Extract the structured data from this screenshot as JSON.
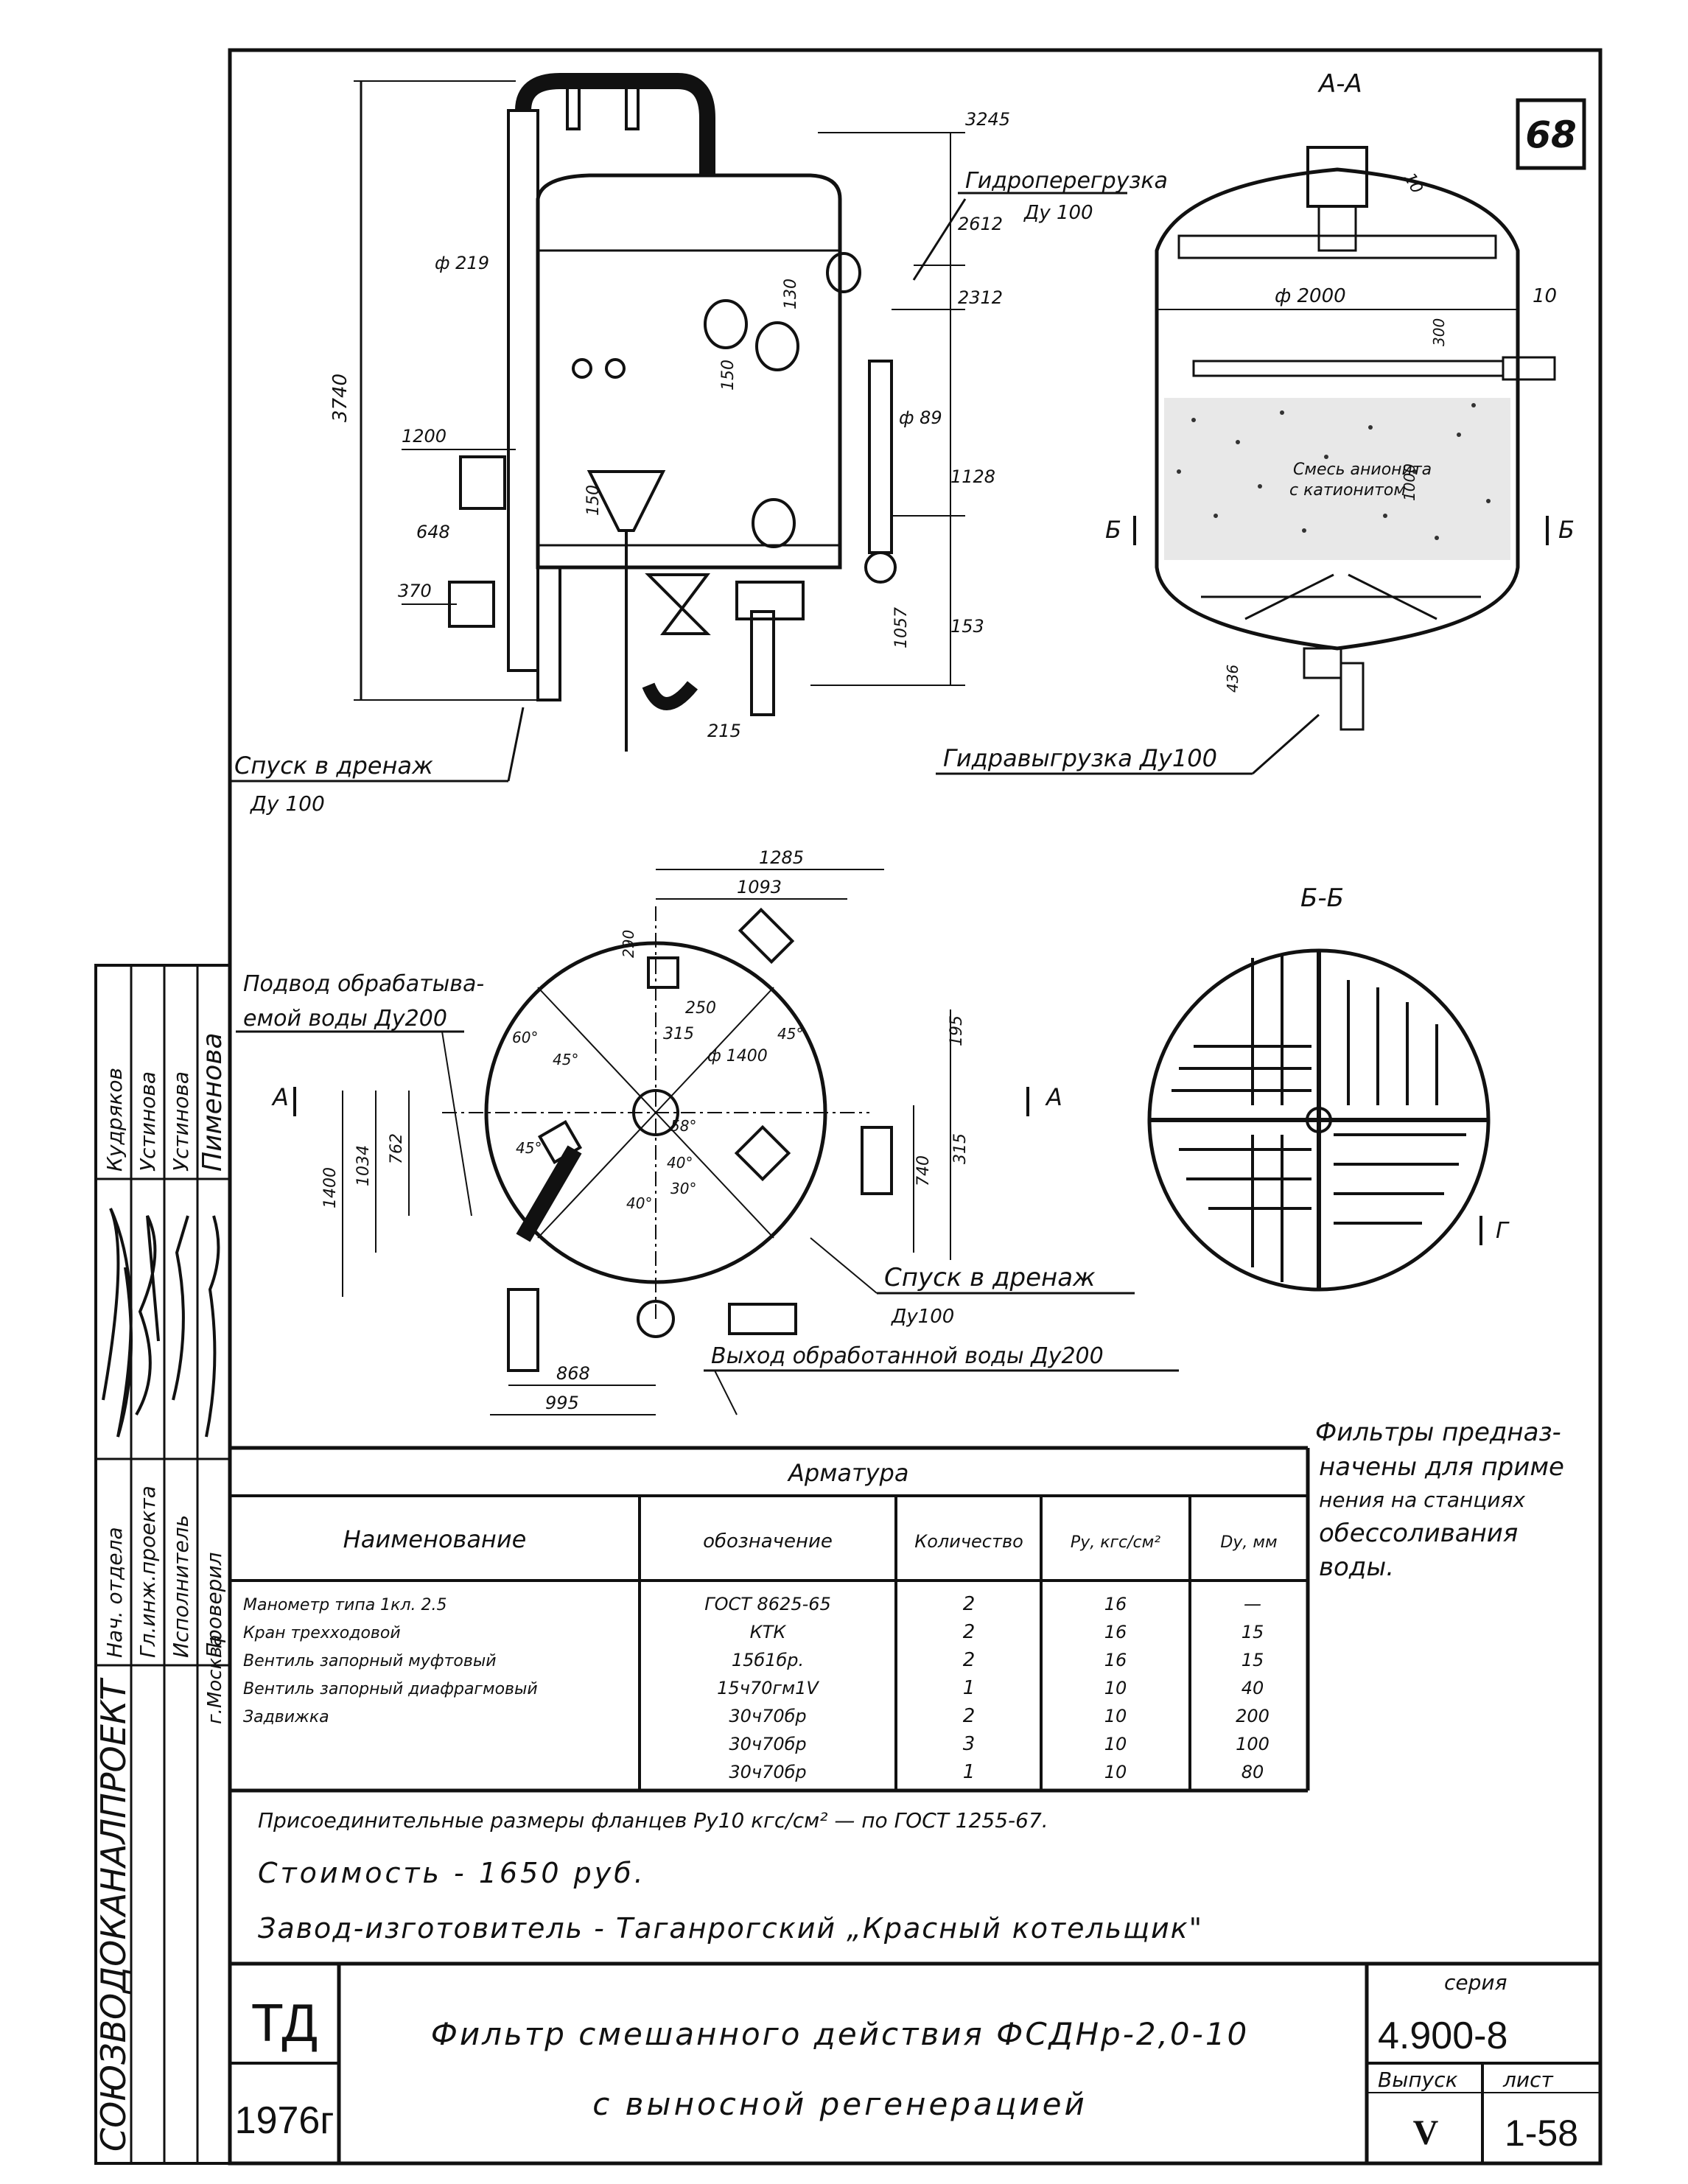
{
  "sheet": {
    "sheet_number": "68",
    "section_aa": "А-А",
    "section_bb": "Б-Б"
  },
  "front_view": {
    "elevations": [
      "3245",
      "2612",
      "2312",
      "1128",
      "153",
      "1200",
      "648",
      "370"
    ],
    "total_height": "3740",
    "diameters": [
      "ф 219",
      "ф 89"
    ],
    "dims": [
      "150",
      "130",
      "150",
      "1057",
      "215"
    ],
    "hydro_reload_label": "Гидроперегрузка",
    "hydro_reload_dn": "Ду 100",
    "drain_label": "Спуск в дренаж",
    "drain_dn": "Ду 100"
  },
  "section_aa": {
    "diameter": "ф 2000",
    "dim_right": "10",
    "dim_top": "10",
    "dim_inner": "300",
    "dim_height": "1000",
    "dim_bottom": "436",
    "mix_label_line1": "Смесь анионита",
    "mix_label_line2": "с катионитом",
    "cut_mark": "Б",
    "unload_label": "Гидравыгрузка Ду100"
  },
  "plan_view": {
    "dims_top": [
      "1285",
      "1093"
    ],
    "dims_inner": [
      "290",
      "250",
      "315",
      "ф 1400"
    ],
    "angles": [
      "60°",
      "45°",
      "45°",
      "45°",
      "58°",
      "40°",
      "30°",
      "40°"
    ],
    "dims_left": [
      "1400",
      "1034",
      "762"
    ],
    "dims_right": [
      "195",
      "740",
      "315"
    ],
    "dims_bottom": [
      "868",
      "995"
    ],
    "cut_mark": "А",
    "inlet_label_line1": "Подвод обрабатыва-",
    "inlet_label_line2": "емой воды Ду200",
    "drain_label": "Спуск в дренаж",
    "drain_dn": "Ду100",
    "outlet_label": "Выход обработанной воды Ду200"
  },
  "section_bb": {
    "cut_mark": "Г"
  },
  "side_stamp": {
    "organization": "СОЮЗВОДОКАНАЛПРОЕКТ",
    "city": "г.Москва",
    "rows": [
      {
        "role": "Нач. отдела",
        "name": "Кудряков"
      },
      {
        "role": "Гл.инж.проекта",
        "name": "Устинова"
      },
      {
        "role": "Исполнитель",
        "name": "Устинова"
      },
      {
        "role": "Проверил",
        "name": "Пименова"
      }
    ]
  },
  "armatura": {
    "caption": "Арматура",
    "headers": [
      "Наименование",
      "обозначение",
      "Количество",
      "Pу, кгс/см²",
      "Dу, мм"
    ],
    "rows": [
      [
        "Манометр типа 1кл. 2.5",
        "ГОСТ 8625-65",
        "2",
        "16",
        "—"
      ],
      [
        "Кран трехходовой",
        "КТК",
        "2",
        "16",
        "15"
      ],
      [
        "Вентиль запорный муфтовый",
        "15б1бр.",
        "2",
        "16",
        "15"
      ],
      [
        "Вентиль запорный диафрагмовый",
        "15ч70гм1V",
        "1",
        "10",
        "40"
      ],
      [
        "Задвижка",
        "30ч70бр",
        "2",
        "10",
        "200"
      ],
      [
        "",
        "30ч70бр",
        "3",
        "10",
        "100"
      ],
      [
        "",
        "30ч70бр",
        "1",
        "10",
        "80"
      ]
    ]
  },
  "side_note": [
    "Фильтры предназ-",
    "начены для приме",
    "нения на станциях",
    "обессоливания",
    "воды."
  ],
  "notes": {
    "flanges": "Присоединительные размеры фланцев Ру10 кгс/см² — по ГОСТ 1255-67.",
    "cost": "Стоимость - 1650 руб.",
    "manufacturer": "Завод-изготовитель - Таганрогский „Красный котельщик\""
  },
  "title_block": {
    "code": "ТД",
    "year": "1976г",
    "title_line1": "Фильтр смешанного действия ФСДНр-2,0-10",
    "title_line2": "с выносной регенерацией",
    "series_label": "серия",
    "series": "4.900-8",
    "issue_label": "Выпуск",
    "issue": "V",
    "sheet_label": "лист",
    "sheet": "1-58"
  }
}
